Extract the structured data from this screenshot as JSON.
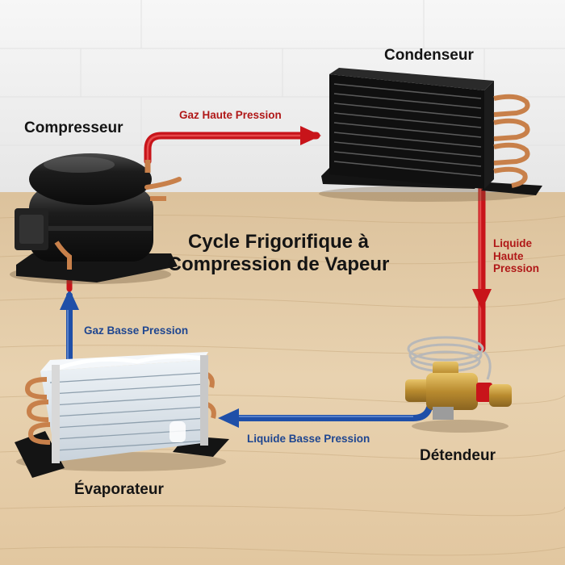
{
  "title": {
    "line1": "Cycle Frigorifique à",
    "line2": "Compression de Vapeur"
  },
  "components": {
    "compresseur": "Compresseur",
    "condenseur": "Condenseur",
    "detendeur": "Détendeur",
    "evaporateur": "Évaporateur"
  },
  "flows": {
    "gaz_haute": "Gaz Haute Pression",
    "liquide_haute": [
      "Liquide",
      "Haute",
      "Pression"
    ],
    "liquide_basse": "Liquide Basse Pression",
    "gaz_basse": "Gaz Basse Pression"
  },
  "colors": {
    "high_pressure": "#c8141a",
    "low_pressure": "#1f4fa8",
    "label_high": "#b01818",
    "label_low": "#1f4690",
    "copper": "#c8804a"
  }
}
